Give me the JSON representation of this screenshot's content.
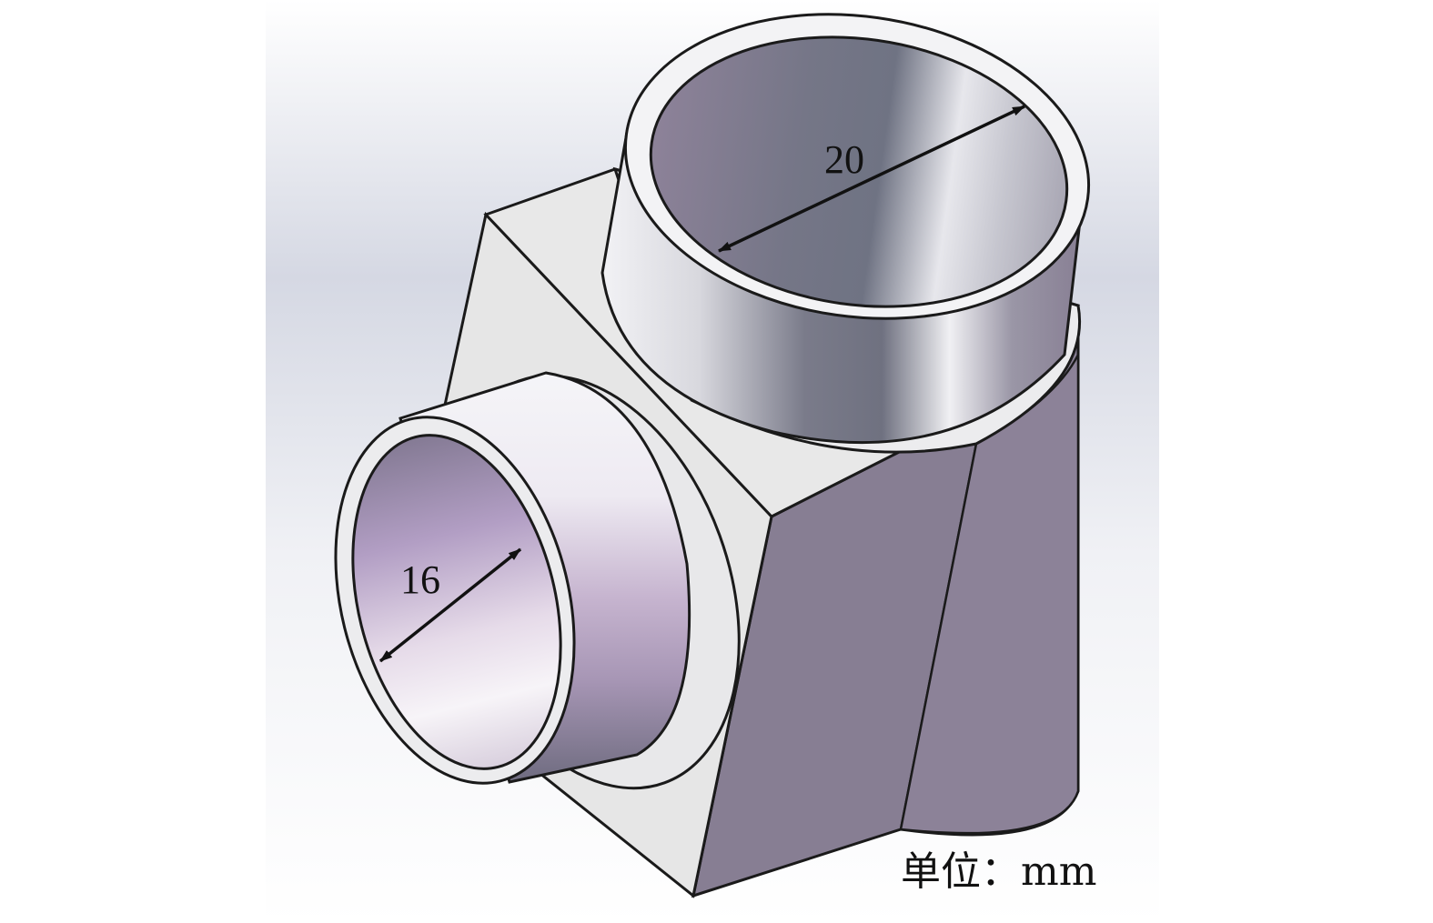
{
  "figure": {
    "dimensions": {
      "large_pipe_diameter": "20",
      "small_pipe_diameter": "16"
    },
    "unit_label": "单位：mm",
    "colors": {
      "background_light": "#ffffff",
      "background_band": "#d5d8e3",
      "body_light": "#e6e6e6",
      "body_purple": "#877e93",
      "pipe_dark": "#737585",
      "pipe_light": "#f4f4f7",
      "outline": "#1a1a1a"
    }
  }
}
